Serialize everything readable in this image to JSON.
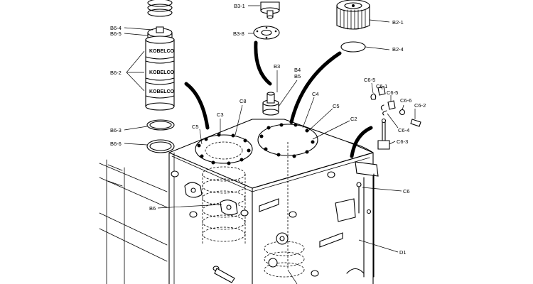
{
  "brand_text": "KOBELCO",
  "callouts": {
    "b3_1": "B3-1",
    "b3_8": "B3-8",
    "b2_1": "B2-1",
    "b2_4": "B2-4",
    "b6_4": "B6-4",
    "b6_5": "B6-5",
    "b6_2": "B6-2",
    "b6_3": "B6-3",
    "b6_6": "B6-6",
    "b6": "B6",
    "b3": "B3",
    "b4": "B4",
    "b5": "B5",
    "c8": "C8",
    "c3": "C3",
    "c5_left": "C5",
    "c4": "C4",
    "c5_right": "C5",
    "c2": "C2",
    "c6_5_top": "C6-5",
    "c6_1": "C6-1",
    "c6_5_mid": "C6-5",
    "c6_6": "C6-6",
    "c6_2": "C6-2",
    "c6_4": "C6-4",
    "c6_3": "C6-3",
    "c6": "C6",
    "d1": "D1"
  }
}
